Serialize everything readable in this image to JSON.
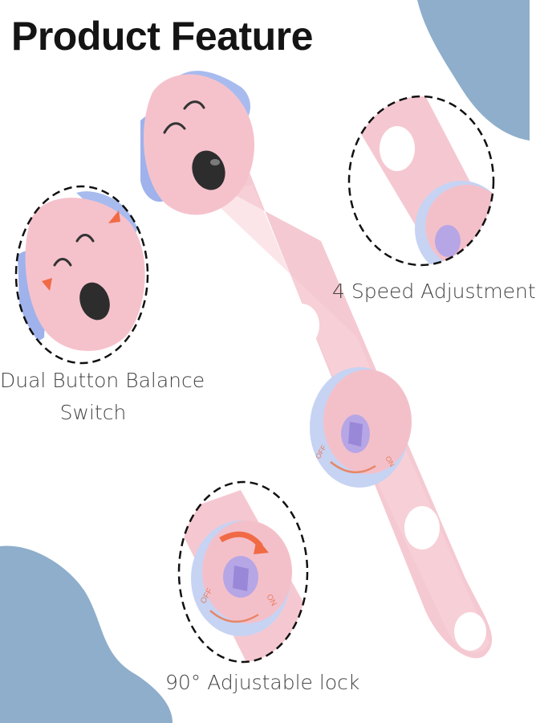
{
  "title": "Product Feature",
  "features": {
    "speed": "4 Speed Adjustment",
    "dual_line1": "Dual Button Balance",
    "dual_line2": "Switch",
    "lock": "90° Adjustable lock"
  },
  "dial_labels": {
    "off": "OFF",
    "on": "ON"
  },
  "colors": {
    "background_blob": "#8eaecb",
    "strap_pink": "#f6cbd3",
    "accent_blue": "#b3c3ef",
    "arrow_red": "#f06a45"
  }
}
